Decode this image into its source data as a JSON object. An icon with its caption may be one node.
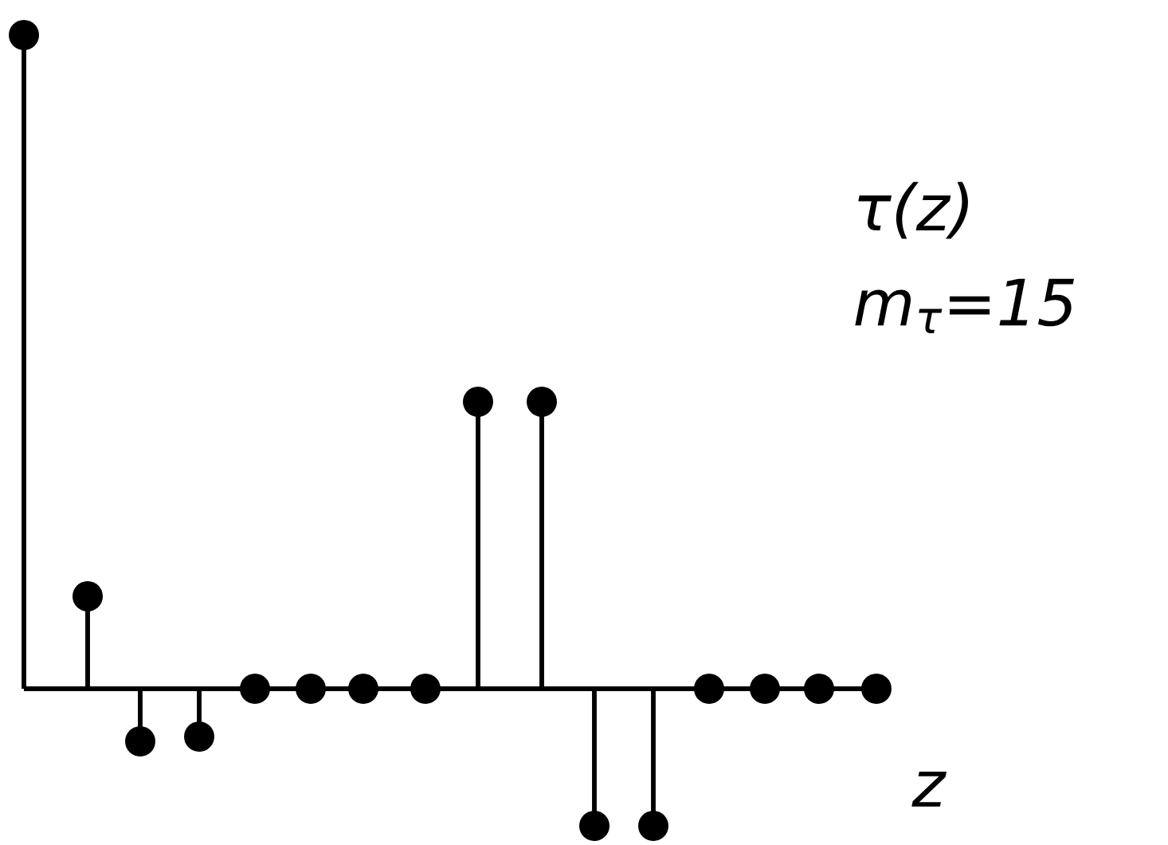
{
  "diagram": {
    "labels": [
      "τ(z)",
      "m$_{τ}$=15",
      "z"
    ]
  }
}
